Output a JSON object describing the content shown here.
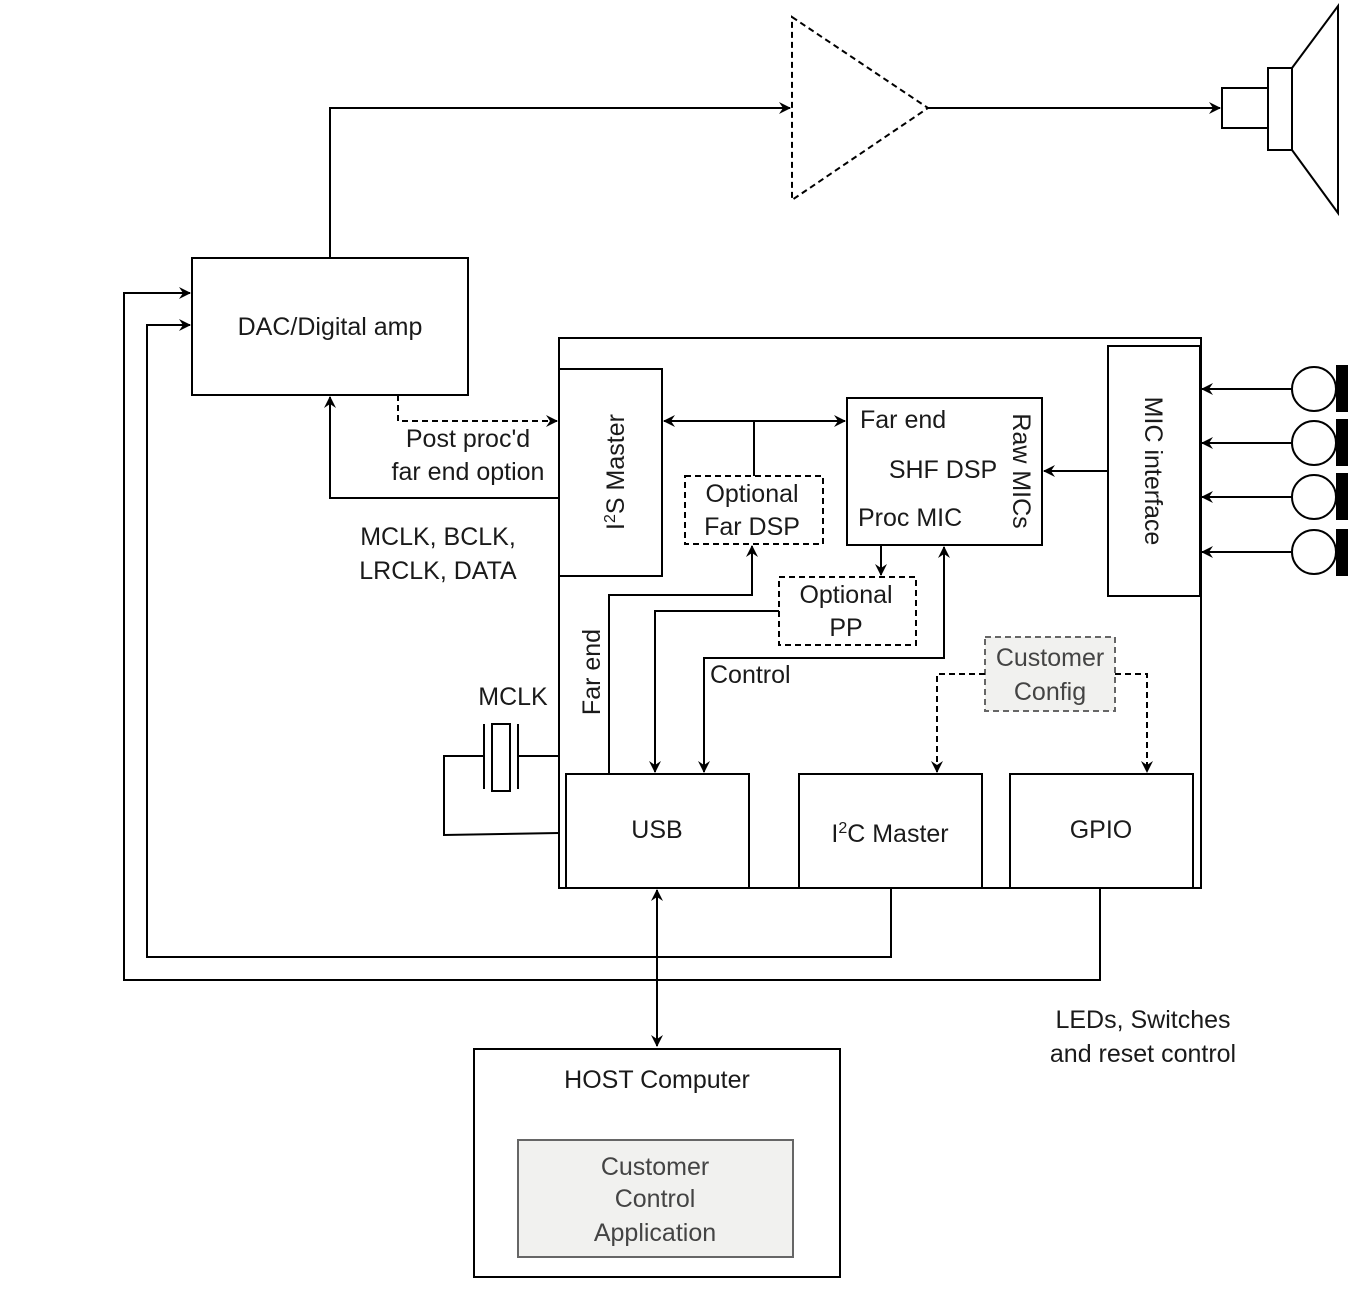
{
  "blocks": {
    "dac": "DAC/Digital amp",
    "i2s_master_prefix": "I",
    "i2s_master_sup": "2",
    "i2s_master_suffix": "S Master",
    "shf_dsp": "SHF DSP",
    "far_end_port": "Far end",
    "proc_mic_port": "Proc MIC",
    "raw_mics_port": "Raw MICs",
    "mic_interface": "MIC interface",
    "optional_far_dsp": [
      "Optional",
      "Far DSP"
    ],
    "optional_pp": [
      "Optional",
      "PP"
    ],
    "customer_config": [
      "Customer",
      "Config"
    ],
    "usb": "USB",
    "i2c_master_prefix": "I",
    "i2c_master_sup": "2",
    "i2c_master_suffix": "C Master",
    "gpio": "GPIO",
    "host_computer": "HOST Computer",
    "customer_control_app": [
      "Customer",
      "Control",
      "Application"
    ]
  },
  "labels": {
    "post_procd": [
      "Post proc'd",
      "far end option"
    ],
    "i2s_signals": [
      "MCLK, BCLK,",
      "LRCLK, DATA"
    ],
    "mclk": "MCLK",
    "far_end": "Far end",
    "control": "Control",
    "gpio_note": [
      "LEDs, Switches",
      "and reset control"
    ]
  },
  "icons": [
    "amplifier-triangle-icon",
    "speaker-icon",
    "microphone-icon",
    "crystal-oscillator-icon"
  ],
  "colors": {
    "line": "#000000",
    "text": "#1a1a1a",
    "grey_fill": "#f1f1ef",
    "grey_stroke": "#666666"
  }
}
